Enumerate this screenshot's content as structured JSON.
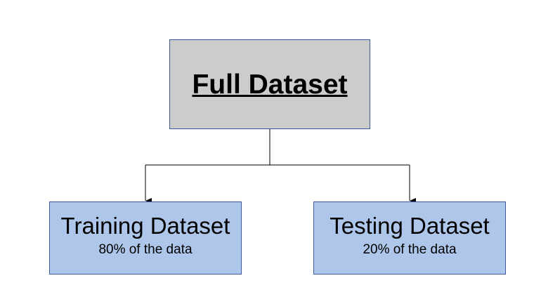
{
  "diagram": {
    "root": {
      "label": "Full Dataset"
    },
    "children": [
      {
        "title": "Training Dataset",
        "subtitle": "80% of the data"
      },
      {
        "title": "Testing Dataset",
        "subtitle": "20% of the data"
      }
    ],
    "colors": {
      "root_fill": "#cccccc",
      "leaf_fill": "#adc6e9",
      "border": "#3b5998",
      "connector": "#000000"
    }
  }
}
